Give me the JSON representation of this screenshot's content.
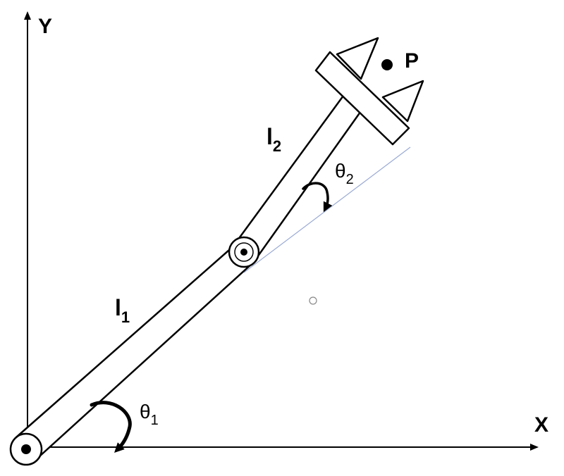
{
  "axes": {
    "x_label": "X",
    "y_label": "Y"
  },
  "links": {
    "l1": {
      "symbol": "l",
      "subscript": "1"
    },
    "l2": {
      "symbol": "l",
      "subscript": "2"
    }
  },
  "angles": {
    "theta1": {
      "symbol": "θ",
      "subscript": "1"
    },
    "theta2": {
      "symbol": "θ",
      "subscript": "2"
    }
  },
  "point": {
    "label": "P"
  },
  "colors": {
    "stroke": "#000000",
    "reference_line": "#9aaad4",
    "background": "#ffffff"
  }
}
